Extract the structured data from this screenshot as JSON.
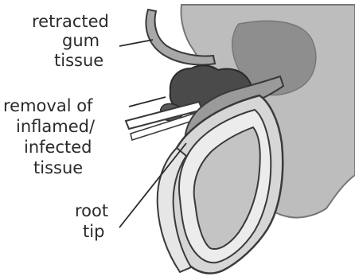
{
  "labels": {
    "retracted_gum": [
      "retracted",
      "gum",
      "tissue"
    ],
    "removal": [
      "removal of",
      "inflamed/",
      "infected",
      "tissue"
    ],
    "root_tip": [
      "root",
      "tip"
    ]
  },
  "colors": {
    "bone": "#bdbdbd",
    "bone_dark": "#9a9a9a",
    "crown_gray": "#8e8e8e",
    "inflamed": "#4a4a4a",
    "root_fill": "#d6d6d6",
    "root_outline": "#ffffff",
    "outline": "#3a3a3a",
    "text": "#2a2a2a"
  }
}
